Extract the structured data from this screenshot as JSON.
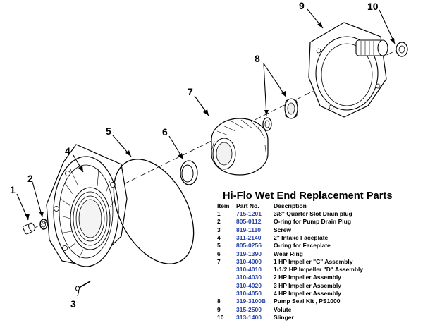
{
  "callouts": [
    "1",
    "2",
    "3",
    "4",
    "5",
    "6",
    "7",
    "8",
    "9",
    "10"
  ],
  "colors": {
    "part_number": "#2a45a8",
    "line": "#000000"
  },
  "table": {
    "title": "Hi-Flo Wet End Replacement Parts",
    "headers": {
      "item": "Item",
      "part_no": "Part No.",
      "description": "Description"
    },
    "rows": [
      {
        "item": "1",
        "part_no": "715-1201",
        "description": "3/8\" Quarter Slot Drain plug"
      },
      {
        "item": "2",
        "part_no": "805-0112",
        "description": "O-ring for Pump Drain Plug"
      },
      {
        "item": "3",
        "part_no": "819-1110",
        "description": "Screw"
      },
      {
        "item": "4",
        "part_no": "311-2140",
        "description": "2\" Intake Faceplate"
      },
      {
        "item": "5",
        "part_no": "805-0256",
        "description": "O-ring for Faceplate"
      },
      {
        "item": "6",
        "part_no": "319-1390",
        "description": "Wear Ring"
      },
      {
        "item": "7",
        "part_no": "310-4000",
        "description": "1 HP Impeller \"C\" Assembly"
      },
      {
        "item": "",
        "part_no": "310-4010",
        "description": "1-1/2 HP Impeller \"D\" Assembly"
      },
      {
        "item": "",
        "part_no": "310-4030",
        "description": "2 HP Impeller Assembly"
      },
      {
        "item": "",
        "part_no": "310-4020",
        "description": "3 HP Impeller Assembly"
      },
      {
        "item": "",
        "part_no": "310-4050",
        "description": "4 HP Impeller Assembly"
      },
      {
        "item": "8",
        "part_no": "319-3100B",
        "description": "Pump Seal Kit , PS1000"
      },
      {
        "item": "9",
        "part_no": "315-2500",
        "description": "Volute"
      },
      {
        "item": "10",
        "part_no": "313-1400",
        "description": "Slinger"
      }
    ]
  }
}
